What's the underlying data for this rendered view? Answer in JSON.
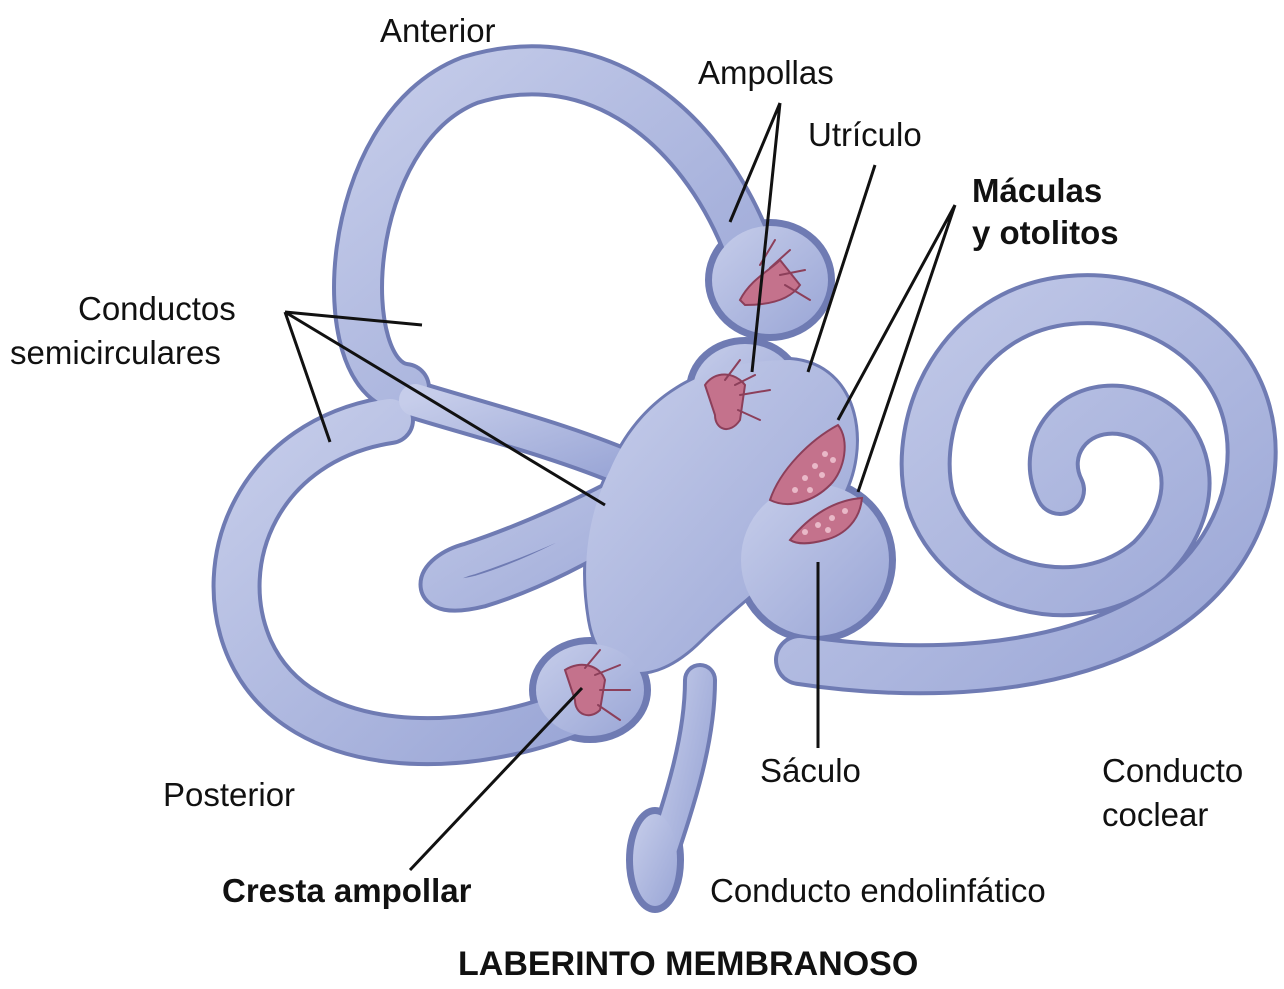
{
  "colors": {
    "tube_fill": "#a8b3dd",
    "tube_highlight": "#c6cdea",
    "tube_outline": "#6f7bb3",
    "sensory_tissue": "#c4728c",
    "leader_line": "#111111"
  },
  "labels": {
    "anterior": "Anterior",
    "ampollas": "Ampollas",
    "utriculo": "Utrículo",
    "maculas_line1": "Máculas",
    "maculas_line2": "y otolitos",
    "conductos_line1": "Conductos",
    "conductos_line2": "semicirculares",
    "posterior": "Posterior",
    "cresta_ampollar": "Cresta ampollar",
    "saculo": "Sáculo",
    "conducto_coclear_line1": "Conducto",
    "conducto_coclear_line2": "coclear",
    "conducto_endolinfatico": "Conducto endolinfático"
  },
  "title": "LABERINTO MEMBRANOSO"
}
